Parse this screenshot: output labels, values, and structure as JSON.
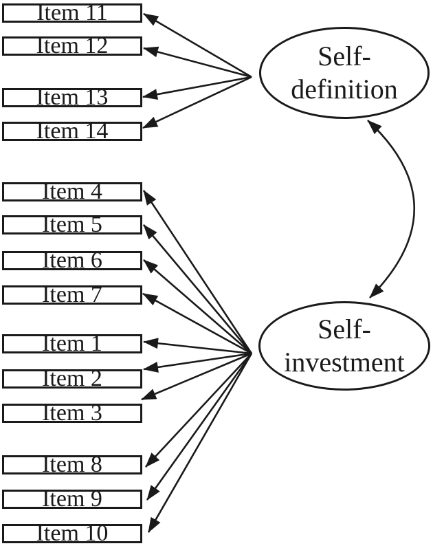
{
  "colors": {
    "ink": "#1a1a1a",
    "background": "#ffffff"
  },
  "factors": [
    {
      "name": "Self-definition",
      "label": "Self-\ndefinition",
      "indicators": [
        "Item 11",
        "Item 12",
        "Item 13",
        "Item 14"
      ]
    },
    {
      "name": "Self-investment",
      "label": "Self-\ninvestment",
      "indicators": [
        "Item 4",
        "Item 5",
        "Item 6",
        "Item 7",
        "Item 1",
        "Item 2",
        "Item 3",
        "Item 8",
        "Item 9",
        "Item 10"
      ]
    }
  ],
  "boxes": [
    "Item 11",
    "Item 12",
    "Item 13",
    "Item 14",
    "Item 4",
    "Item 5",
    "Item 6",
    "Item 7",
    "Item 1",
    "Item 2",
    "Item 3",
    "Item 8",
    "Item 9",
    "Item 10"
  ],
  "covariance": {
    "between": [
      "Self-definition",
      "Self-investment"
    ],
    "type": "double-headed-curved-arrow"
  }
}
